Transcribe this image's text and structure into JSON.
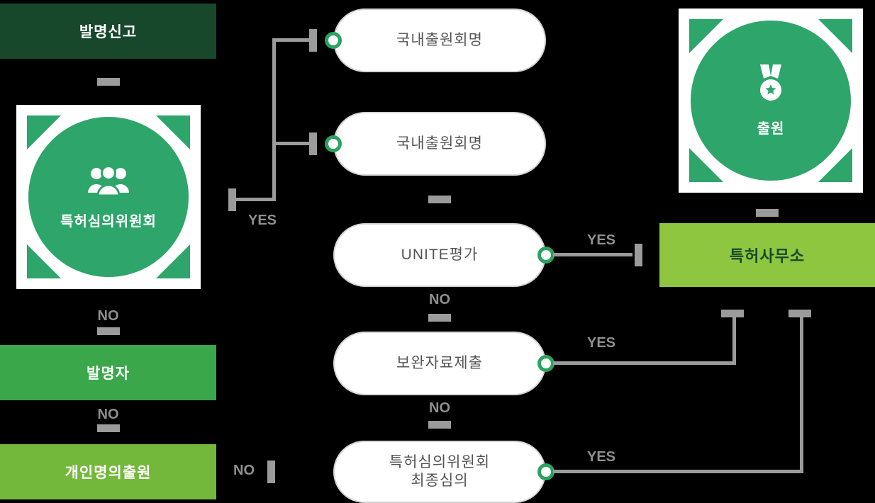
{
  "colors": {
    "background": "#000000",
    "dark_green": "#17482c",
    "circle_green": "#2ea56a",
    "band_green": "#3aa74a",
    "yellow_green": "#74b83b",
    "light_green": "#8ec63f",
    "connector_gray": "#9b9b9b"
  },
  "left": {
    "invention_report": "발명신고",
    "committee": "특허심의위원회",
    "inventor": "발명자",
    "personal_application": "개인명의출원"
  },
  "middle": {
    "pill_domestic_1": "국내출원회명",
    "pill_domestic_2": "국내출원회명",
    "pill_unite": "UNITE평가",
    "pill_supplement": "보완자료제출",
    "pill_final_line1": "특허심의위원회",
    "pill_final_line2": "최종심의"
  },
  "right": {
    "application": "출원",
    "patent_office": "특허사무소"
  },
  "labels": {
    "yes": "YES",
    "no": "NO"
  }
}
